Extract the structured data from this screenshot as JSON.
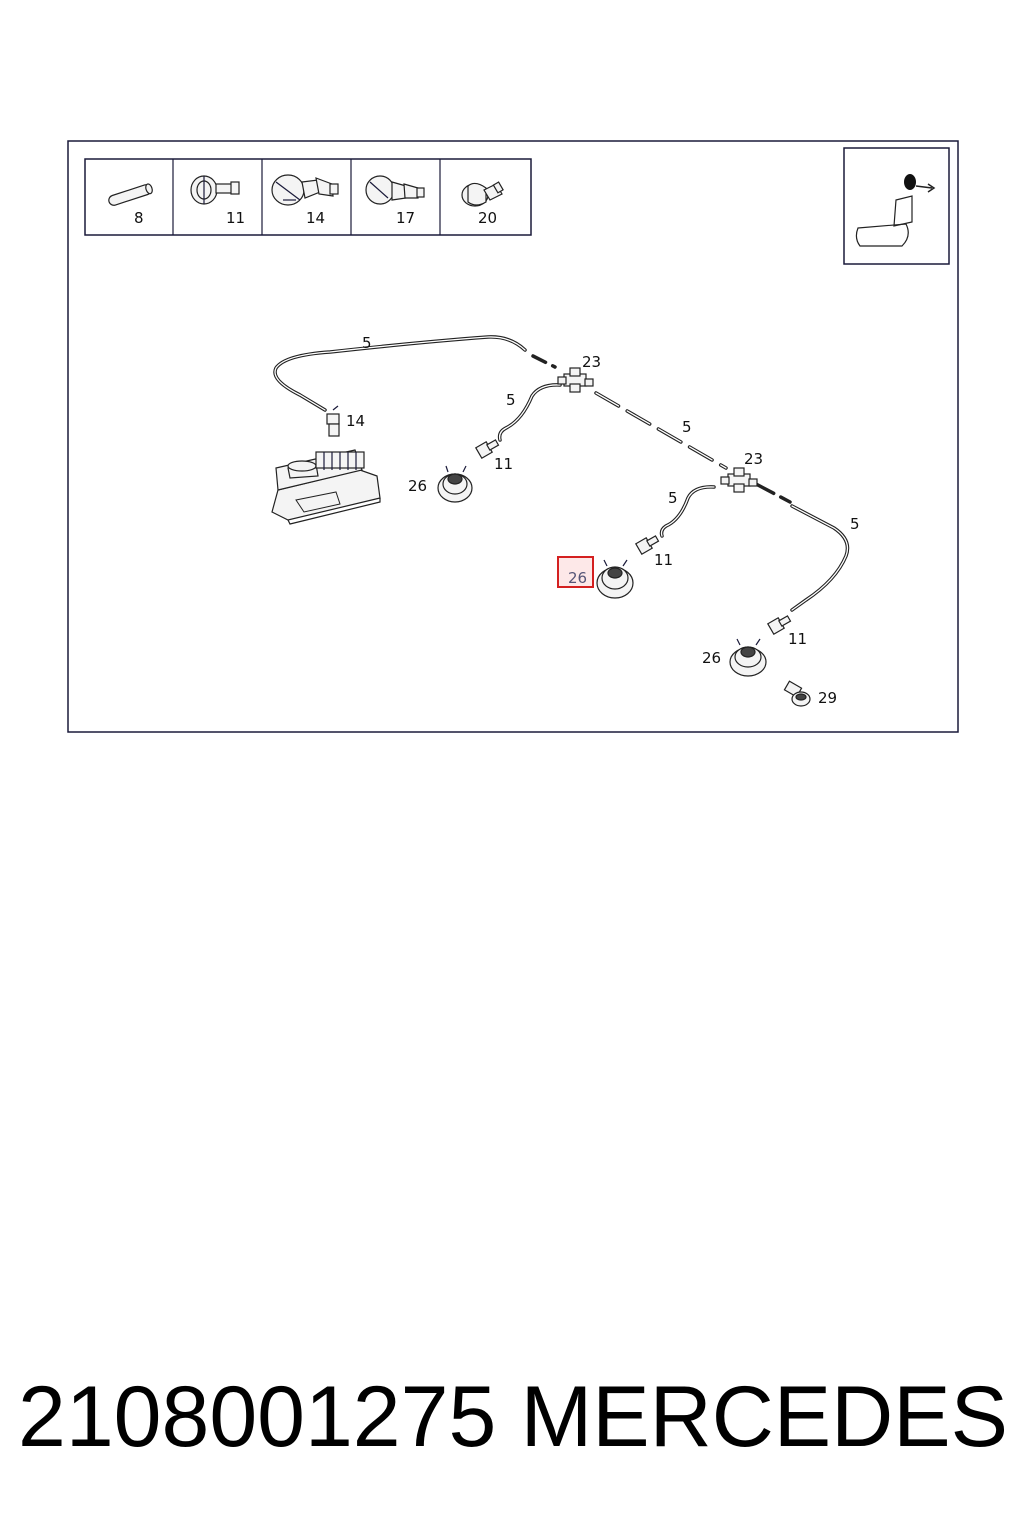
{
  "legend": {
    "items": [
      {
        "number": "8",
        "icon": "straight-connector-icon"
      },
      {
        "number": "11",
        "icon": "nipple-connector-icon"
      },
      {
        "number": "14",
        "icon": "elbow-connector-icon"
      },
      {
        "number": "17",
        "icon": "elbow-connector-icon"
      },
      {
        "number": "20",
        "icon": "angled-connector-icon"
      }
    ]
  },
  "callouts": {
    "hose_top": "5",
    "tee_1": "23",
    "hose_branch_1": "5",
    "connector_14": "14",
    "nipple_1": "11",
    "actuator_1": "26",
    "hose_middle": "5",
    "tee_2": "23",
    "hose_branch_2": "5",
    "hose_right": "5",
    "nipple_2": "11",
    "actuator_2_highlighted": "26",
    "nipple_3": "11",
    "actuator_3": "26",
    "fitting_29": "29"
  },
  "highlight_color": "#d42020",
  "footer": {
    "part_number": "2108001275",
    "brand": "MERCEDES"
  }
}
